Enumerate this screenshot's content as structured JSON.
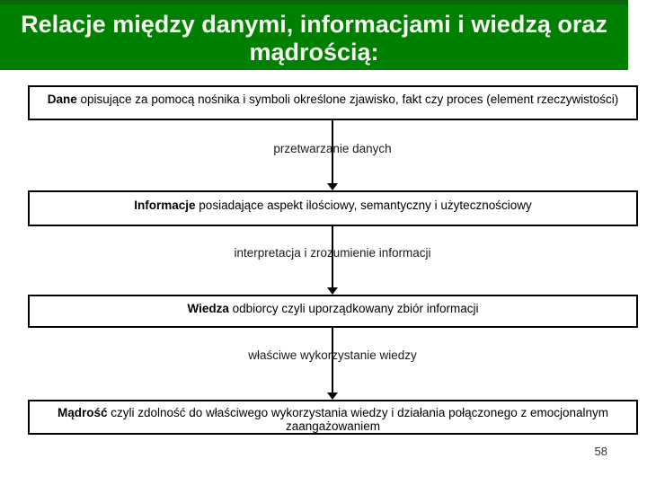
{
  "slide": {
    "title_lines": [
      "Relacje między danymi, informacjami i wiedzą oraz",
      "mądrością:"
    ],
    "page_number": "58",
    "colors": {
      "title_background": "#008000",
      "title_text": "#f8f8f2",
      "box_border": "#000000",
      "box_background": "#ffffff",
      "arrow": "#000000"
    },
    "flow": {
      "boxes": [
        {
          "lead": "Dane",
          "rest": " opisujące za pomocą nośnika i symboli określone zjawisko, fakt czy proces (element rzeczywistości)"
        },
        {
          "lead": "Informacje",
          "rest": " posiadające aspekt ilościowy, semantyczny i użytecznościowy"
        },
        {
          "lead": "Wiedza",
          "rest": " odbiorcy czyli uporządkowany zbiór informacji"
        },
        {
          "lead": "Mądrość",
          "rest": " czyli zdolność do właściwego wykorzystania wiedzy i działania połączonego z emocjonalnym zaangażowaniem"
        }
      ],
      "arrow_labels": [
        "przetwarzanie danych",
        "interpretacja i zrozumienie informacji",
        "właściwe wykorzystanie wiedzy"
      ]
    }
  }
}
